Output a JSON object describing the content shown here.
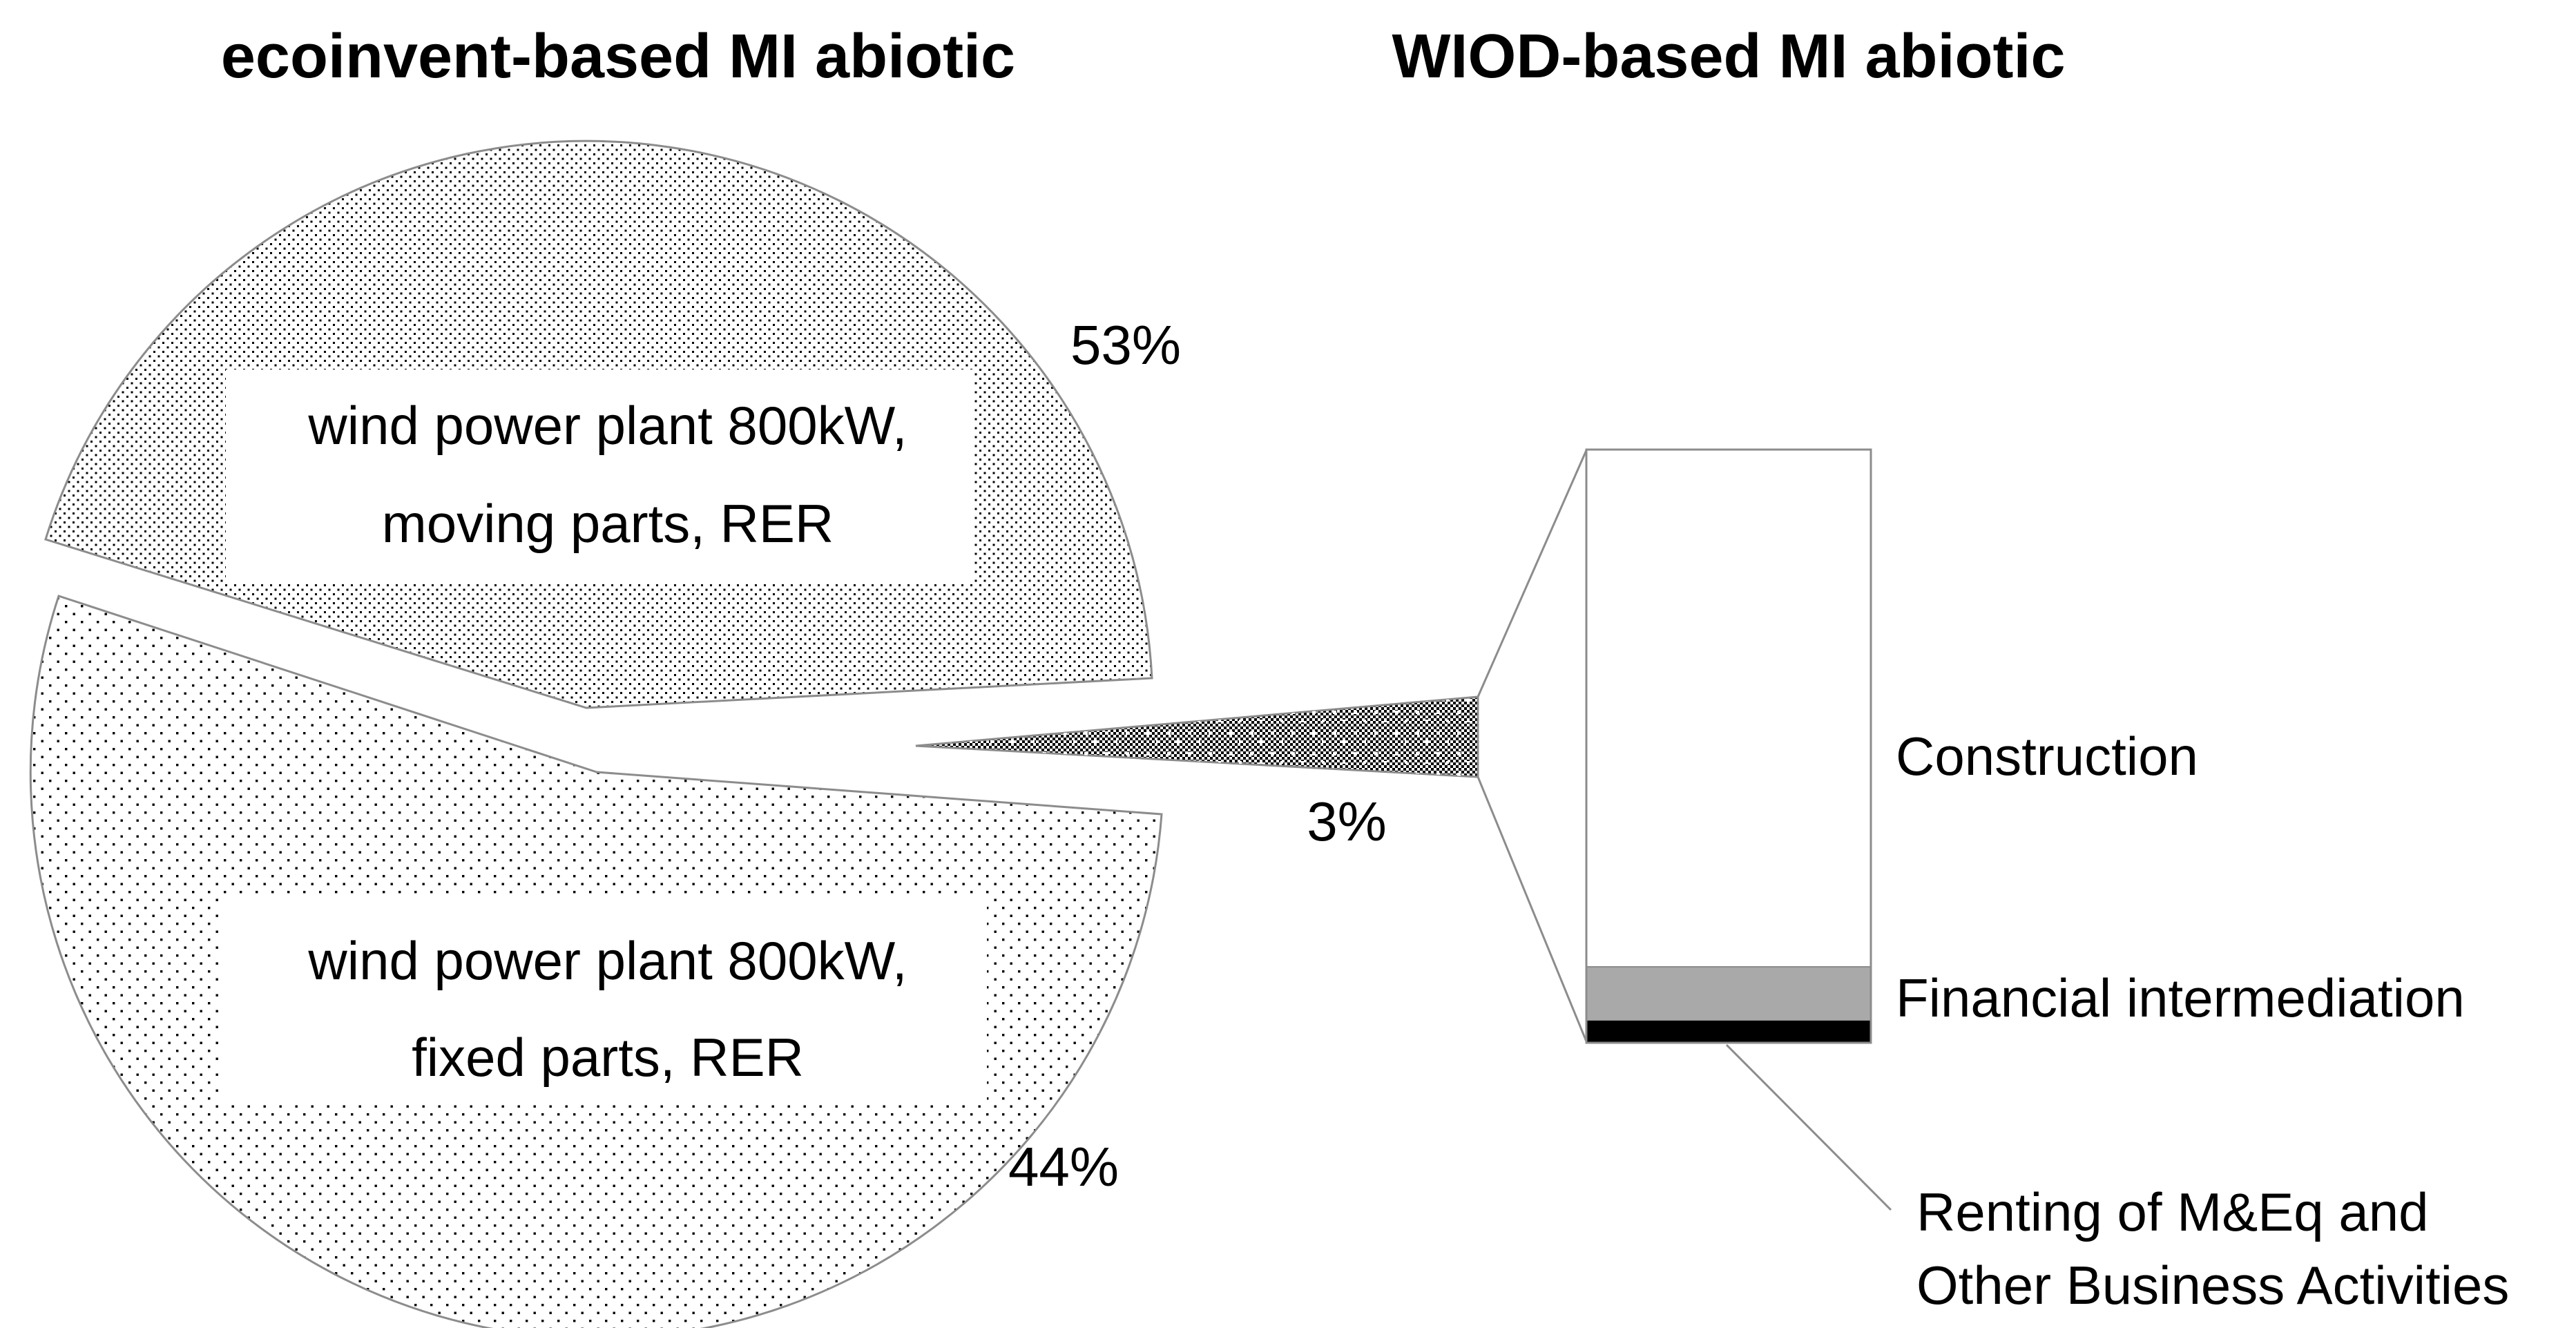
{
  "figure": {
    "left_title": "ecoinvent-based MI abiotic",
    "right_title": "WIOD-based MI abiotic",
    "pie": {
      "moving_label_line1": "wind power plant 800kW,",
      "moving_label_line2": "moving parts, RER",
      "moving_pct": "53%",
      "fixed_label_line1": "wind power plant 800kW,",
      "fixed_label_line2": "fixed parts, RER",
      "fixed_pct": "44%",
      "breakout_pct": "3%"
    },
    "bar": {
      "segment1_label": "Construction",
      "segment2_label": "Financial intermediation",
      "segment3_label_line1": "Renting of M&Eq and",
      "segment3_label_line2": "Other Business Activities"
    }
  },
  "chart_data": {
    "type": "pie",
    "subtype": "pie-of-bar-breakout",
    "left_chart": {
      "type": "pie",
      "title": "ecoinvent-based MI abiotic",
      "slices": [
        {
          "label": "wind power plant 800kW, moving parts, RER",
          "value_pct": 53,
          "fill": "fine black dot halftone on white",
          "exploded": true
        },
        {
          "label": "wind power plant 800kW, fixed parts, RER",
          "value_pct": 44,
          "fill": "sparse black dot halftone on white",
          "exploded": true
        },
        {
          "label": "breakout wedge to WIOD bar",
          "value_pct": 3,
          "fill": "dense black-white checker",
          "exploded": true
        }
      ],
      "data_labels": [
        "53%",
        "44%",
        "3%"
      ],
      "legend": "none"
    },
    "right_chart": {
      "type": "bar",
      "subtype": "stacked-single-column",
      "title": "WIOD-based MI abiotic",
      "represents": "the 3% breakout wedge of the pie",
      "segments_top_to_bottom": [
        {
          "label": "Construction",
          "approx_share_pct": 87,
          "fill_hex": "#ffffff"
        },
        {
          "label": "Financial intermediation",
          "approx_share_pct": 9,
          "fill_hex": "#a9a9a9"
        },
        {
          "label": "Renting of M&Eq and Other Business Activities",
          "approx_share_pct": 4,
          "fill_hex": "#000000"
        }
      ],
      "axis": "none",
      "gridlines": false
    },
    "colors": {
      "outline_gray": "#8c8c8c",
      "segment_gray": "#a9a9a9",
      "segment_black": "#000000",
      "background": "#ffffff",
      "text": "#000000"
    }
  }
}
